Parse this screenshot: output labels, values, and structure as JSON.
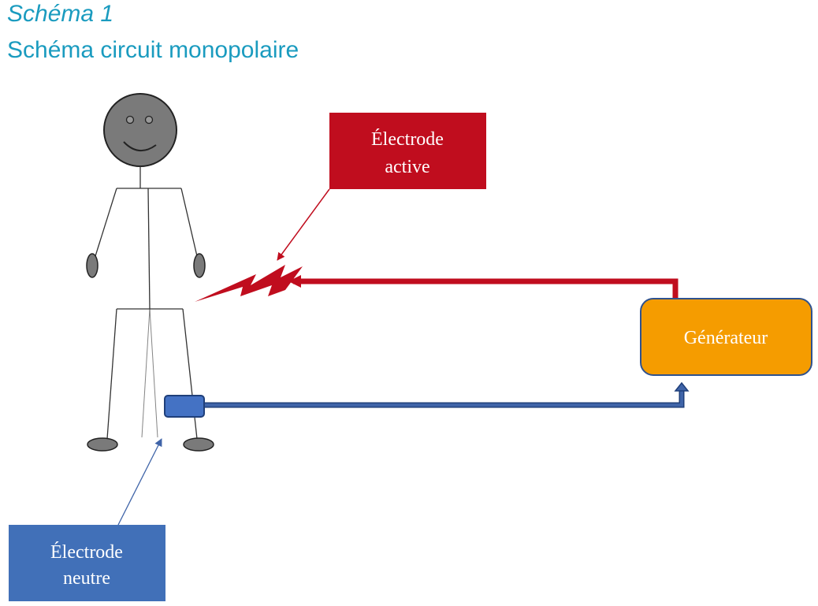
{
  "title": {
    "figure": "Schéma 1",
    "subtitle": "Schéma circuit monopolaire"
  },
  "labels": {
    "active_line1": "Électrode",
    "active_line2": "active",
    "generator": "Générateur",
    "neutral_line1": "Électrode",
    "neutral_line2": "neutre"
  },
  "colors": {
    "title": "#1a9bbf",
    "active": "#c00d1e",
    "neutral": "#3f64a8",
    "generator_fill": "#f59c00",
    "generator_border": "#2f528f",
    "figure_head": "#7a7a7a"
  }
}
